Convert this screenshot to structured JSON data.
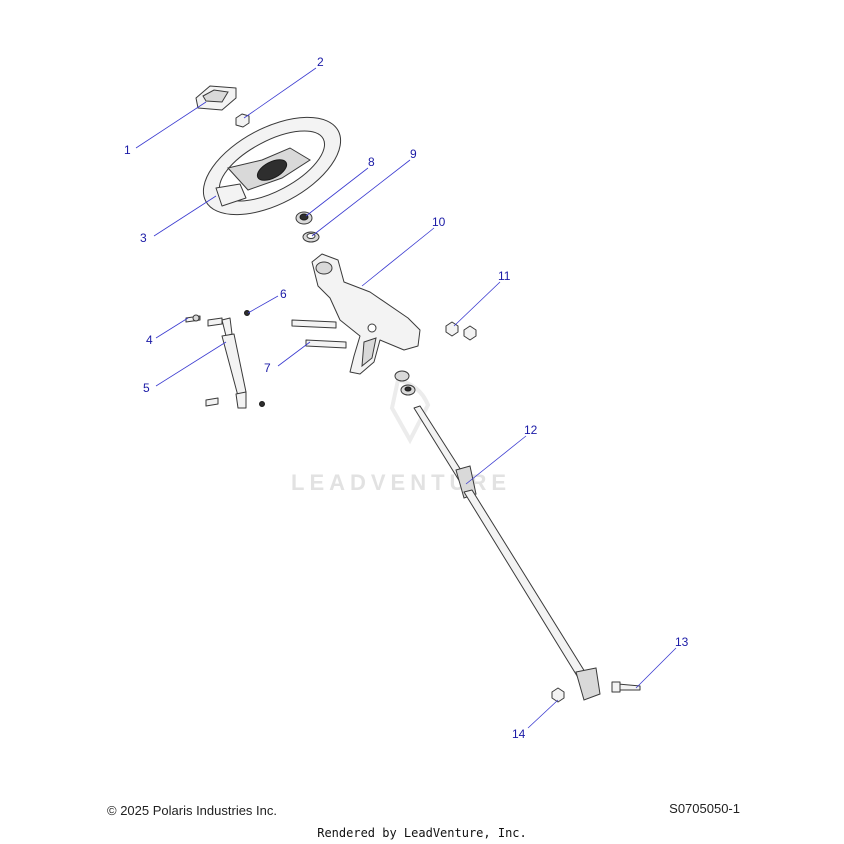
{
  "callouts": [
    "1",
    "2",
    "3",
    "4",
    "5",
    "6",
    "7",
    "8",
    "9",
    "10",
    "11",
    "12",
    "13",
    "14"
  ],
  "watermark": "LEADVENTURE",
  "footer": {
    "copyright": "© 2025 Polaris Industries Inc.",
    "diagram_id": "S0705050-1",
    "rendered_by": "Rendered by LeadVenture, Inc."
  }
}
